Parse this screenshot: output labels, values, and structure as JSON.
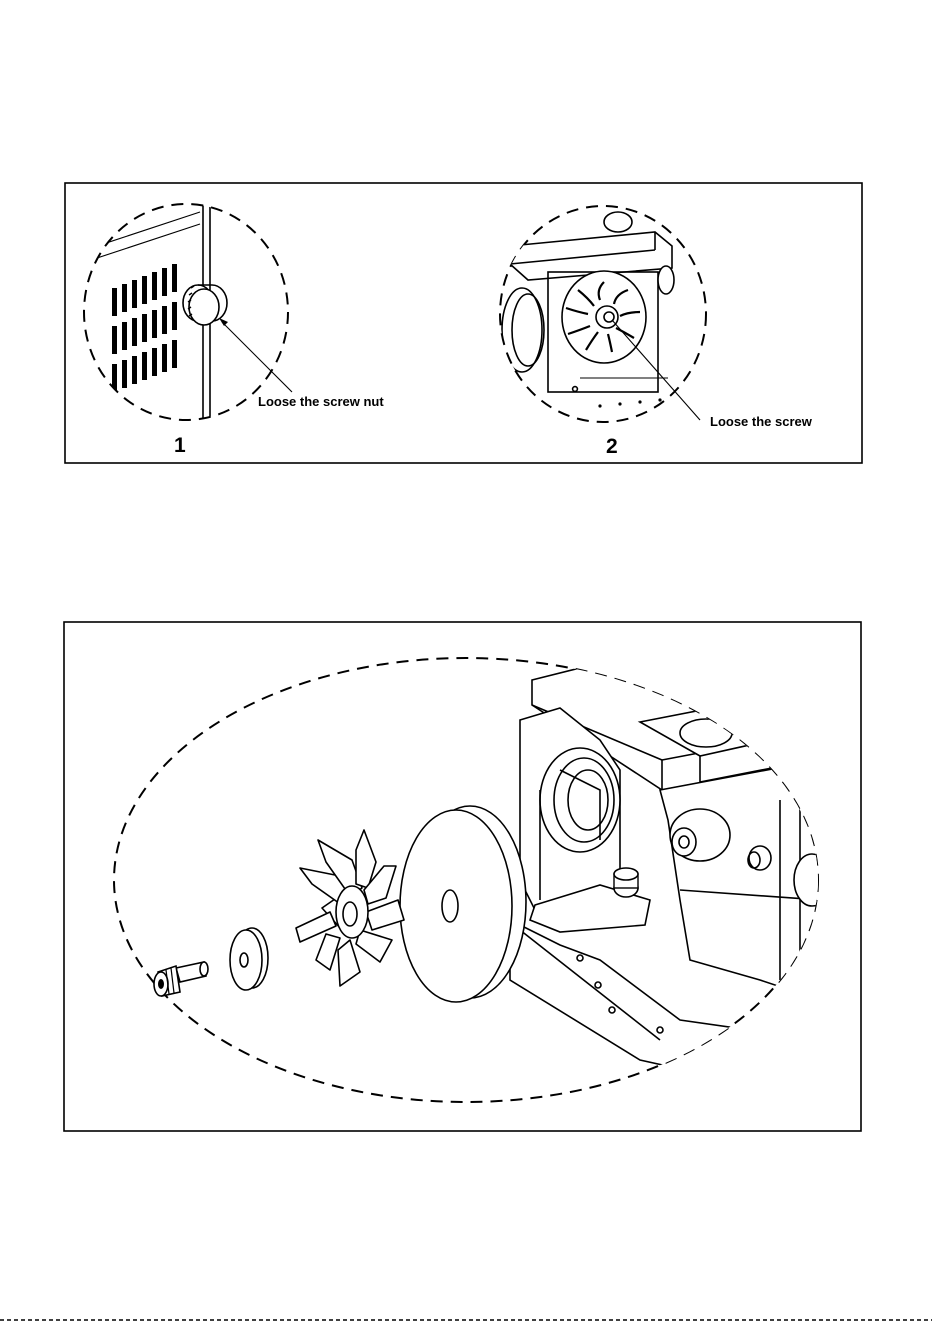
{
  "figure1": {
    "step1": {
      "number": "1",
      "callout": "Loose the screw nut"
    },
    "step2": {
      "number": "2",
      "callout": "Loose the screw"
    }
  },
  "figure2": {
    "parts": [
      "screw-icon",
      "washer-icon",
      "fan-blade-icon",
      "grinding-wheel-icon",
      "motor-housing-icon"
    ]
  }
}
